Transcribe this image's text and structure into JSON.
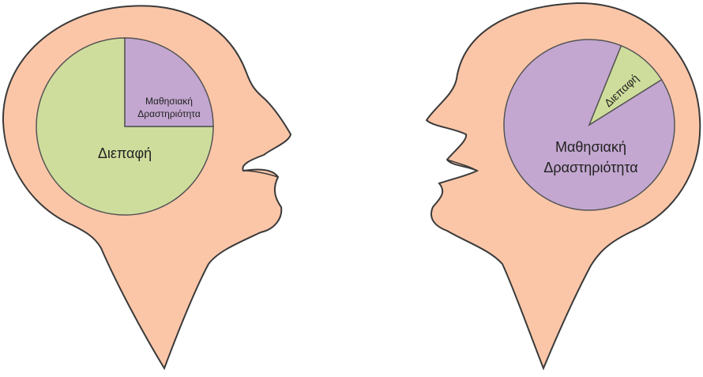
{
  "heads": {
    "left": {
      "segments": [
        {
          "label": "Διεπαφή",
          "share": 0.75
        },
        {
          "label_lines": [
            "Μαθησιακή",
            "Δραστηριότητα"
          ],
          "share": 0.25
        }
      ]
    },
    "right": {
      "segments": [
        {
          "label_lines": [
            "Μαθησιακή",
            "Δραστηριότητα"
          ],
          "share": 0.9
        },
        {
          "label": "Διεπαφή",
          "share": 0.1
        }
      ]
    }
  },
  "colors": {
    "head_fill": "#FBC6A8",
    "head_stroke": "#3A3A3A",
    "interface": "#CFDD9C",
    "learning": "#C3A7D0",
    "pie_stroke": "#555555",
    "text": "#222222"
  }
}
